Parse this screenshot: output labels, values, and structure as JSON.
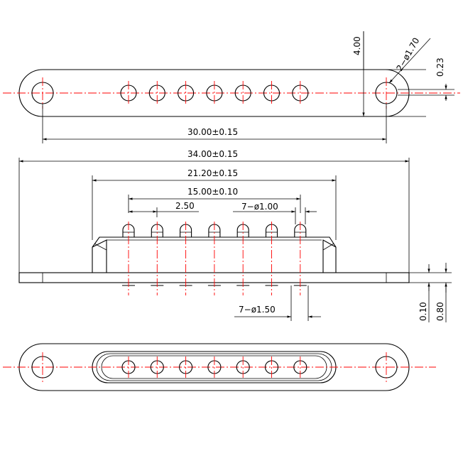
{
  "dimensions": {
    "height_top": "4.00",
    "hole_dia_mount": "2−ø1.70",
    "offset": "0.23",
    "mount_spacing": "30.00±0.15",
    "overall_length": "34.00±0.15",
    "housing_length": "21.20±0.15",
    "pin_span": "15.00±0.10",
    "pitch": "2.50",
    "pin_dia": "7−ø1.00",
    "pad_dia": "7−ø1.50",
    "plate_thickness": "0.10",
    "total_thickness": "0.80"
  },
  "colors": {
    "outline": "#000000",
    "centerline": "#ff0000"
  }
}
